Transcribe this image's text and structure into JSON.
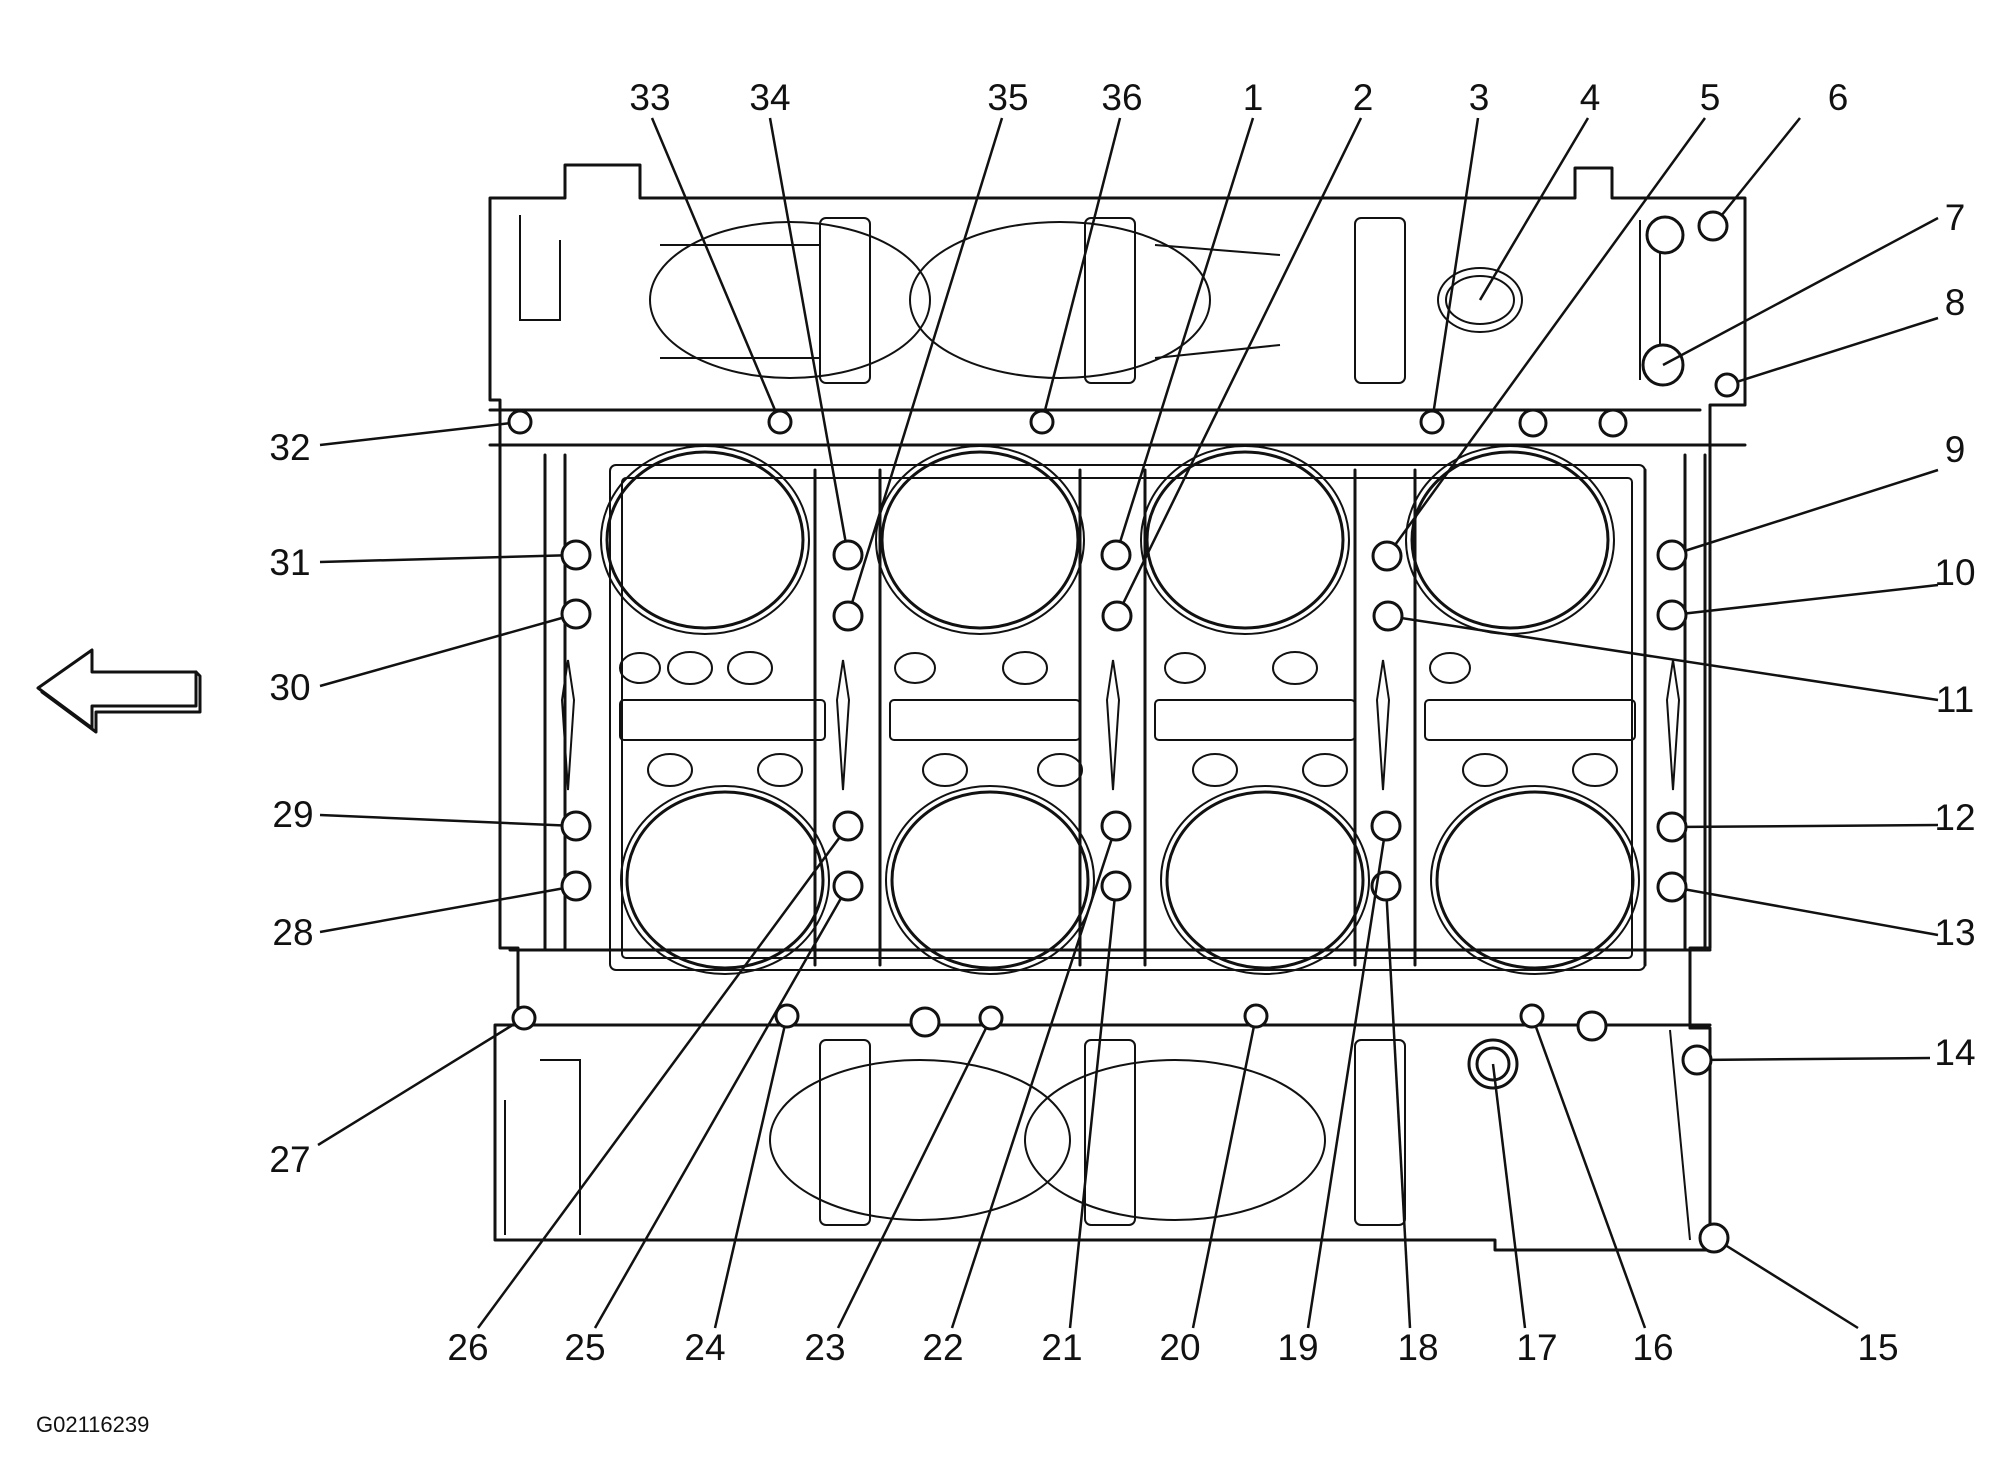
{
  "figure_id": "G02116239",
  "callouts": [
    {
      "label": "1"
    },
    {
      "label": "2"
    },
    {
      "label": "3"
    },
    {
      "label": "4"
    },
    {
      "label": "5"
    },
    {
      "label": "6"
    },
    {
      "label": "7"
    },
    {
      "label": "8"
    },
    {
      "label": "9"
    },
    {
      "label": "10"
    },
    {
      "label": "11"
    },
    {
      "label": "12"
    },
    {
      "label": "13"
    },
    {
      "label": "14"
    },
    {
      "label": "15"
    },
    {
      "label": "16"
    },
    {
      "label": "17"
    },
    {
      "label": "18"
    },
    {
      "label": "19"
    },
    {
      "label": "20"
    },
    {
      "label": "21"
    },
    {
      "label": "22"
    },
    {
      "label": "23"
    },
    {
      "label": "24"
    },
    {
      "label": "25"
    },
    {
      "label": "26"
    },
    {
      "label": "27"
    },
    {
      "label": "28"
    },
    {
      "label": "29"
    },
    {
      "label": "30"
    },
    {
      "label": "31"
    },
    {
      "label": "32"
    },
    {
      "label": "33"
    },
    {
      "label": "34"
    },
    {
      "label": "35"
    },
    {
      "label": "36"
    }
  ],
  "icons": {
    "direction_arrow": "left-arrow-icon"
  }
}
